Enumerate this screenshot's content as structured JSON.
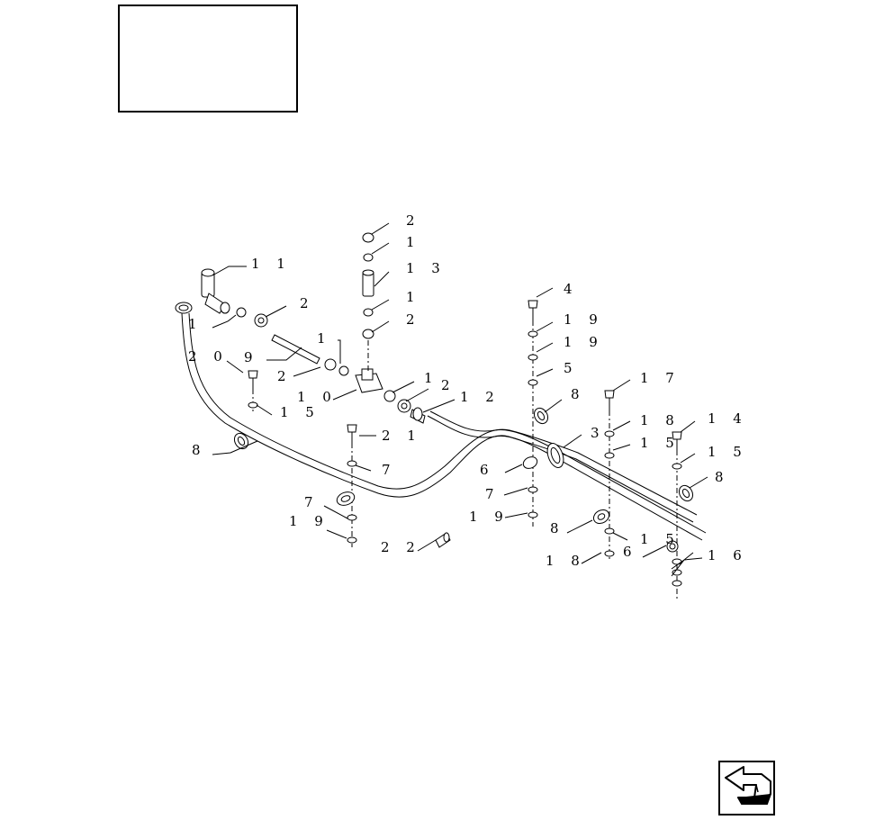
{
  "figure": {
    "title_box_text": "",
    "nav_arrow_icon": "return-arrow-icon"
  },
  "callouts": [
    {
      "id": "c-2a",
      "text": "2"
    },
    {
      "id": "c-1a",
      "text": "1"
    },
    {
      "id": "c-13",
      "text": "1 3"
    },
    {
      "id": "c-1b",
      "text": "1"
    },
    {
      "id": "c-2b",
      "text": "2"
    },
    {
      "id": "c-11",
      "text": "1 1"
    },
    {
      "id": "c-1c",
      "text": "1"
    },
    {
      "id": "c-2c",
      "text": "2"
    },
    {
      "id": "c-9",
      "text": "9"
    },
    {
      "id": "c-1d",
      "text": "1"
    },
    {
      "id": "c-20",
      "text": "2 0"
    },
    {
      "id": "c-2d",
      "text": "2"
    },
    {
      "id": "c-10",
      "text": "1 0"
    },
    {
      "id": "c-1e",
      "text": "1"
    },
    {
      "id": "c-2e",
      "text": "2"
    },
    {
      "id": "c-12",
      "text": "1 2"
    },
    {
      "id": "c-15a",
      "text": "1 5"
    },
    {
      "id": "c-4",
      "text": "4"
    },
    {
      "id": "c-19a",
      "text": "1 9"
    },
    {
      "id": "c-19b",
      "text": "1 9"
    },
    {
      "id": "c-5",
      "text": "5"
    },
    {
      "id": "c-8a",
      "text": "8"
    },
    {
      "id": "c-17",
      "text": "1 7"
    },
    {
      "id": "c-3",
      "text": "3"
    },
    {
      "id": "c-18a",
      "text": "1 8"
    },
    {
      "id": "c-14",
      "text": "1 4"
    },
    {
      "id": "c-15b",
      "text": "1 5"
    },
    {
      "id": "c-15c",
      "text": "1 5"
    },
    {
      "id": "c-8b",
      "text": "8"
    },
    {
      "id": "c-21",
      "text": "2 1"
    },
    {
      "id": "c-7a",
      "text": "7"
    },
    {
      "id": "c-6a",
      "text": "6"
    },
    {
      "id": "c-8c",
      "text": "8"
    },
    {
      "id": "c-7b",
      "text": "7"
    },
    {
      "id": "c-7c",
      "text": "7"
    },
    {
      "id": "c-19c",
      "text": "1 9"
    },
    {
      "id": "c-19d",
      "text": "1 9"
    },
    {
      "id": "c-8d",
      "text": "8"
    },
    {
      "id": "c-15d",
      "text": "1 5"
    },
    {
      "id": "c-6b",
      "text": "6"
    },
    {
      "id": "c-16",
      "text": "1 6"
    },
    {
      "id": "c-22",
      "text": "2 2"
    },
    {
      "id": "c-18b",
      "text": "1 8"
    }
  ]
}
